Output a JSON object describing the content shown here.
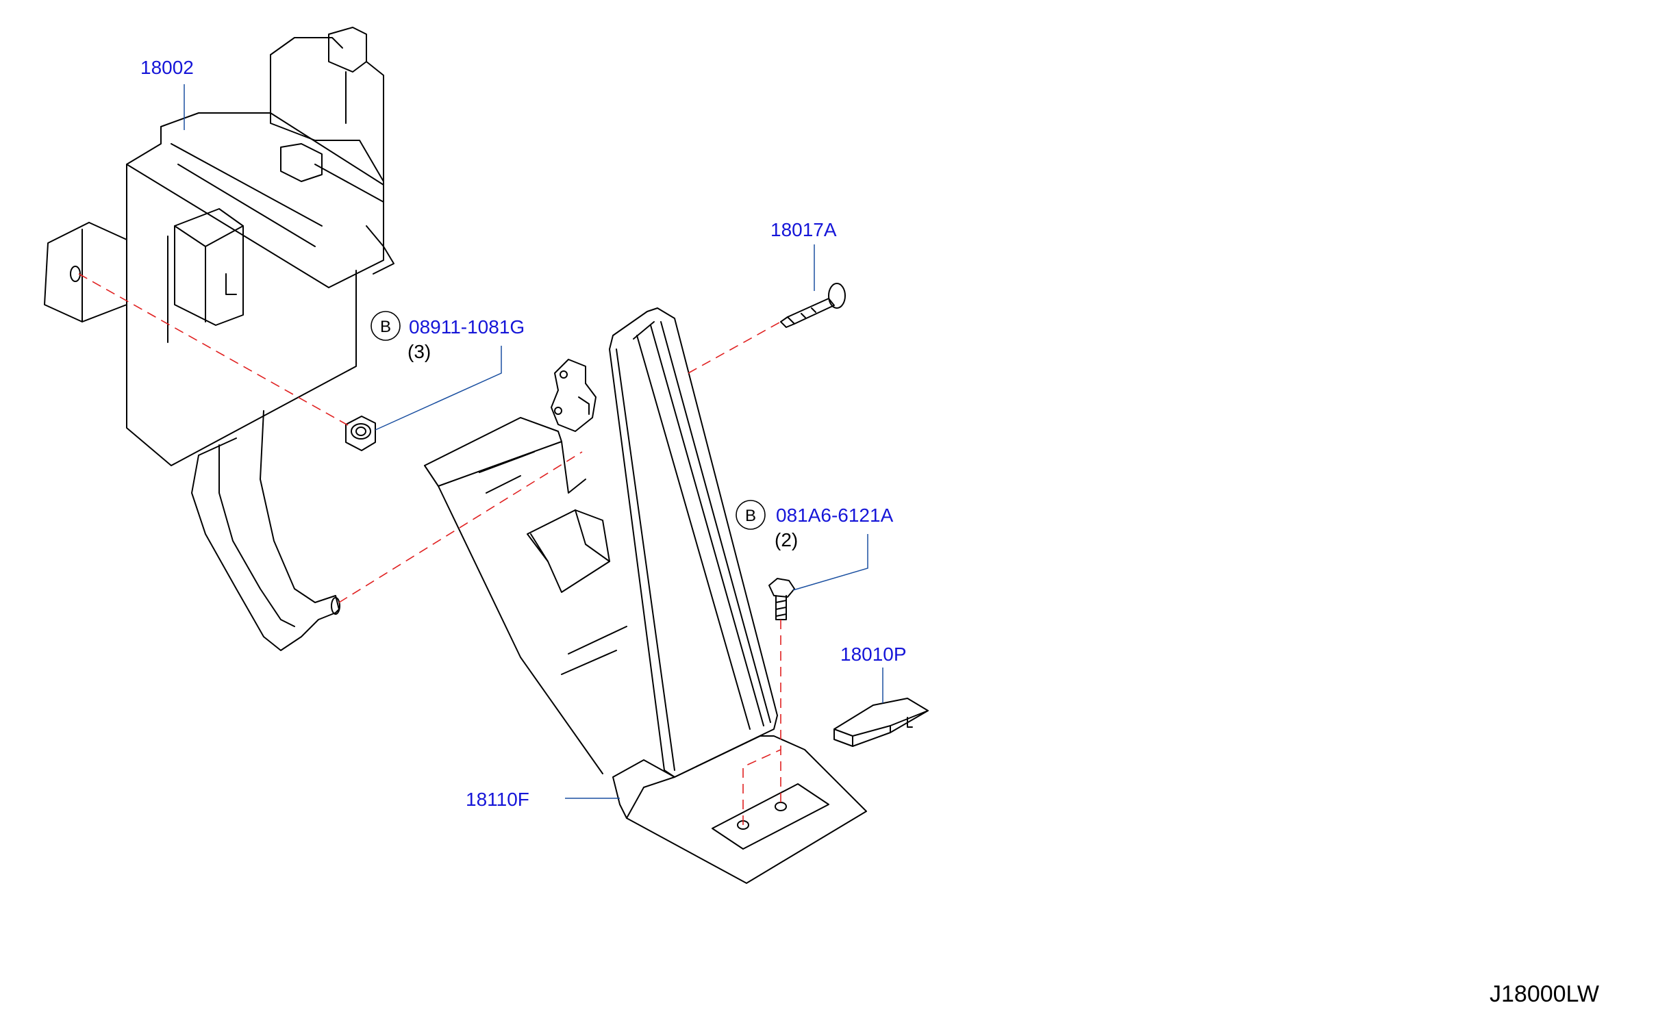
{
  "callouts": {
    "brake_pedal_assy": "18002",
    "pin": "18017A",
    "nut_part_no": "08911-1081G",
    "nut_qty": "(3)",
    "nut_symbol": "B",
    "bolt_part_no": "081A6-6121A",
    "bolt_qty": "(2)",
    "bolt_symbol": "B",
    "pad": "18010P",
    "accel_pedal": "18110F"
  },
  "diagram_ref": "J18000LW",
  "colors": {
    "part_number": "#1515d8",
    "hidden_line": "#e02020",
    "leader": "#1a4fa0"
  }
}
